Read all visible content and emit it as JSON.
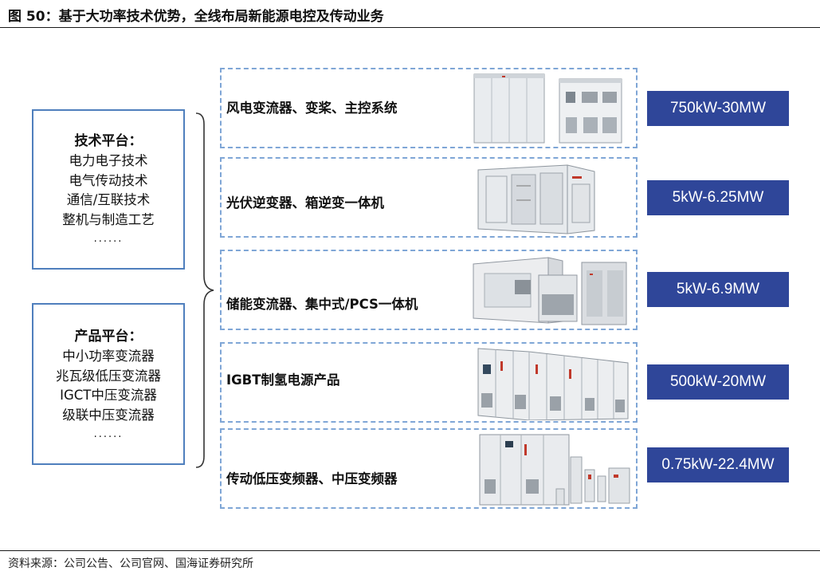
{
  "figure": {
    "title": "图 50：基于大功率技术优势，全线布局新能源电控及传动业务",
    "source": "资料来源：公司公告、公司官网、国海证券研究所"
  },
  "tech_platform": {
    "title": "技术平台：",
    "items": [
      "电力电子技术",
      "电气传动技术",
      "通信/互联技术",
      "整机与制造工艺"
    ],
    "more": "......"
  },
  "product_platform": {
    "title": "产品平台：",
    "items": [
      "中小功率变流器",
      "兆瓦级低压变流器",
      "IGCT中压变流器",
      "级联中压变流器"
    ],
    "more": "......"
  },
  "products": [
    {
      "label": "风电变流器、变桨、主控系统",
      "range": "750kW-30MW",
      "image": "wind-converter-cabinets"
    },
    {
      "label": "光伏逆变器、箱逆变一体机",
      "range": "5kW-6.25MW",
      "image": "pv-container-inverter"
    },
    {
      "label": "储能变流器、集中式/PCS一体机",
      "range": "5kW-6.9MW",
      "image": "storage-pcs-enclosure"
    },
    {
      "label": "IGBT制氢电源产品",
      "range": "500kW-20MW",
      "image": "hydrogen-power-cabinets"
    },
    {
      "label": "传动低压变频器、中压变频器",
      "range": "0.75kW-22.4MW",
      "image": "drive-inverters"
    }
  ],
  "colors": {
    "platform_border": "#4f7fbd",
    "dashed_border": "#7fa6d6",
    "range_fill": "#2f4699"
  }
}
